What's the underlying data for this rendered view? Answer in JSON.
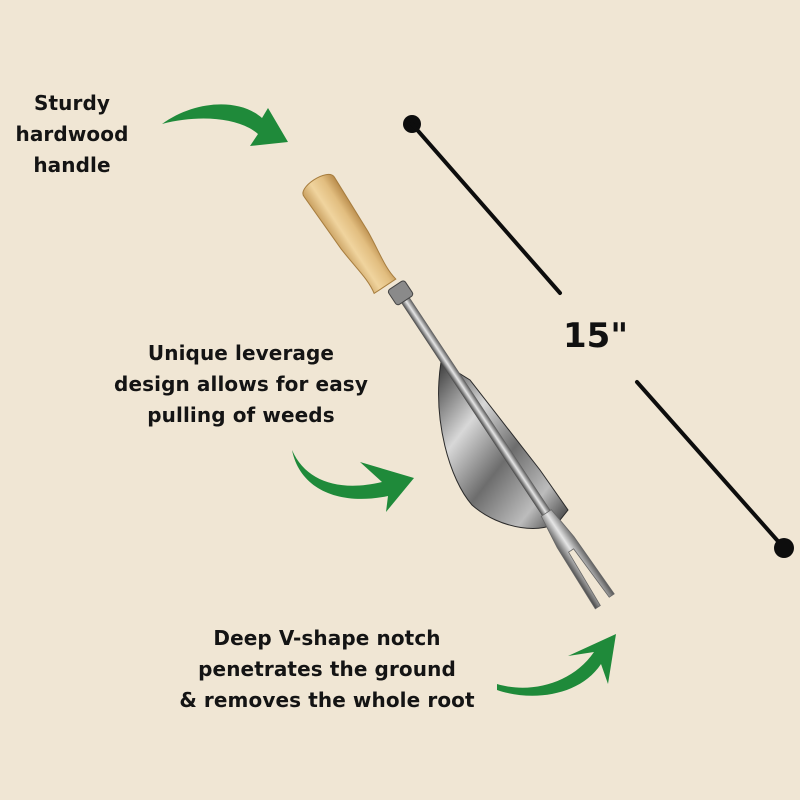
{
  "callouts": [
    {
      "id": "handle",
      "lines": [
        "Sturdy",
        "hardwood",
        "handle"
      ]
    },
    {
      "id": "leverage",
      "lines": [
        "Unique leverage",
        "design allows for easy",
        "pulling of weeds"
      ]
    },
    {
      "id": "notch",
      "lines": [
        "Deep V-shape notch",
        "penetrates the ground",
        "& removes the whole root"
      ]
    }
  ],
  "measurement": {
    "label": "15\""
  },
  "colors": {
    "background": "#f0e6d4",
    "arrow_green": "#1f8a3a",
    "text": "#141414",
    "handle_wood": "#e0bd82",
    "steel": "#9a9a9a"
  },
  "icons": [
    "curved-arrow-icon",
    "curved-arrow-icon",
    "curved-arrow-icon",
    "measurement-line-icon"
  ]
}
